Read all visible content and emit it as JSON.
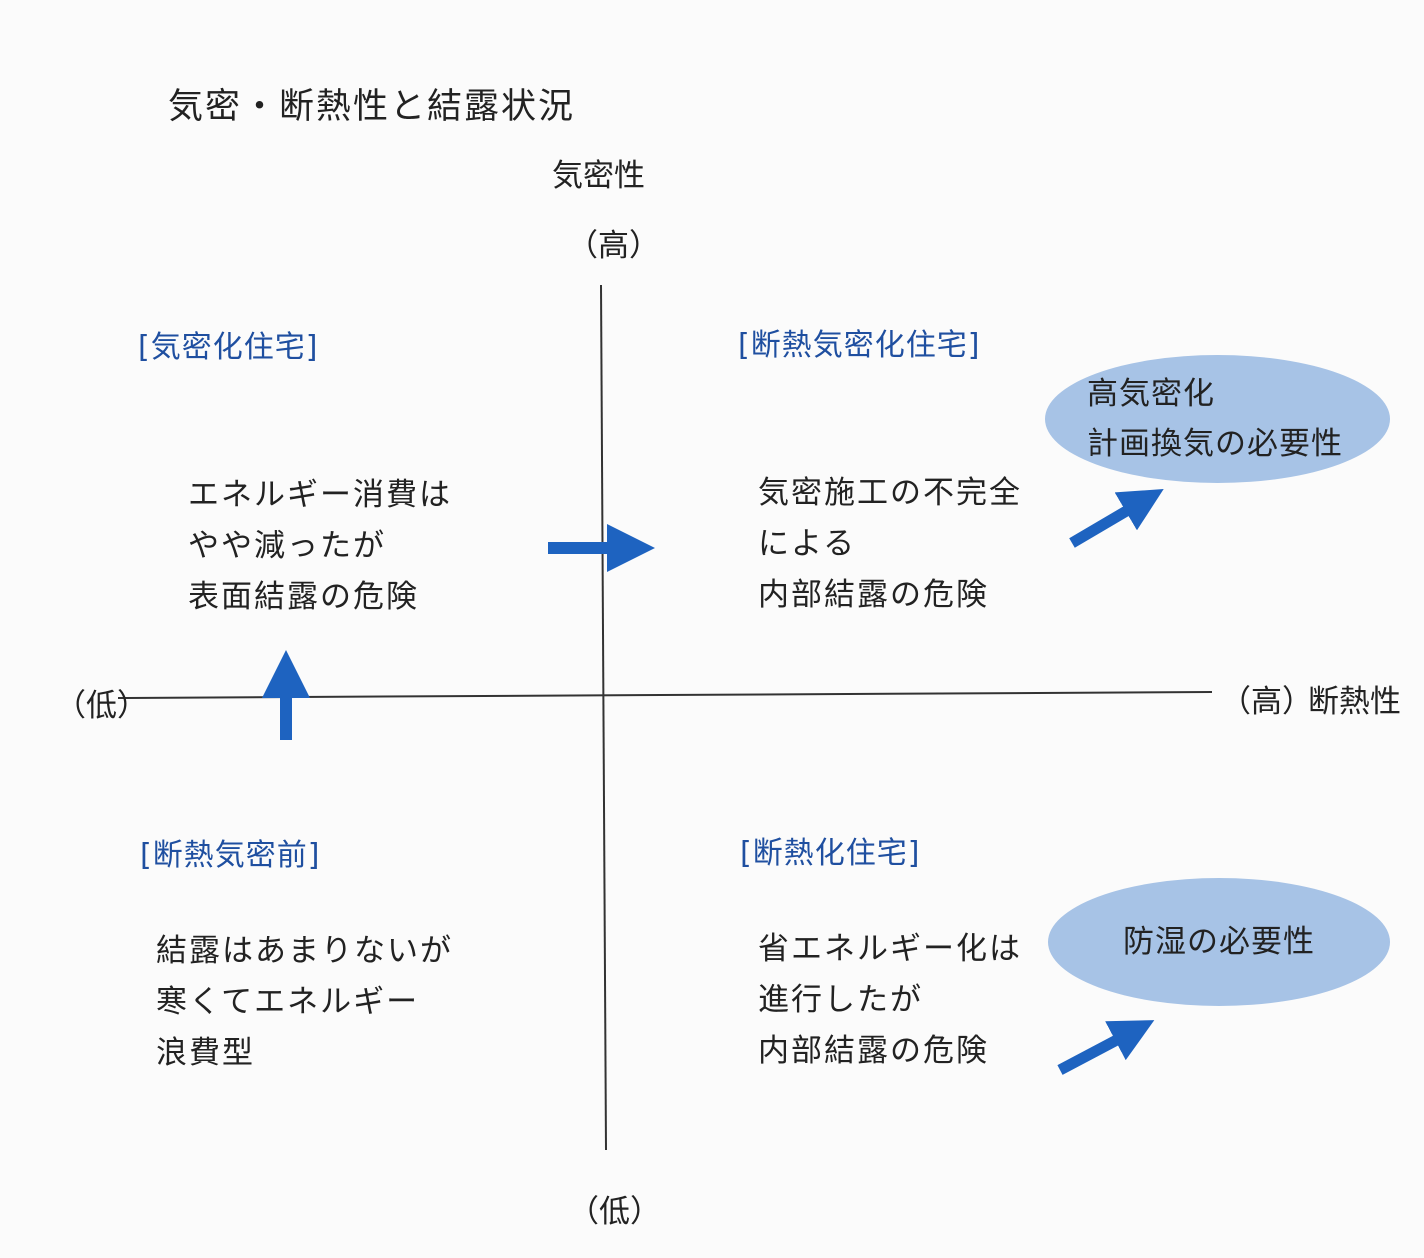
{
  "title": "気密・断熱性と結露状況",
  "axes": {
    "y_label": "気密性",
    "y_high": "（高）",
    "y_low": "（低）",
    "x_low": "（低）",
    "x_high": "（高）",
    "x_label": "断熱性"
  },
  "quadrants": {
    "top_left": {
      "label": "[気密化住宅]",
      "lines": [
        "エネルギー消費は",
        "やや減ったが",
        "表面結露の危険"
      ]
    },
    "top_right": {
      "label": "[断熱気密化住宅]",
      "lines": [
        "気密施工の不完全",
        "による",
        "内部結露の危険"
      ],
      "callout": [
        "高気密化",
        "計画換気の必要性"
      ]
    },
    "bottom_left": {
      "label": "[断熱気密前]",
      "lines": [
        "結露はあまりないが",
        "寒くてエネルギー",
        "浪費型"
      ]
    },
    "bottom_right": {
      "label": "[断熱化住宅]",
      "lines": [
        "省エネルギー化は",
        "進行したが",
        "内部結露の危険"
      ],
      "callout": [
        "防湿の必要性"
      ]
    }
  },
  "colors": {
    "arrow": "#1e63c0",
    "callout_fill": "#a7c3e6",
    "label_blue": "#1f4fa0"
  }
}
